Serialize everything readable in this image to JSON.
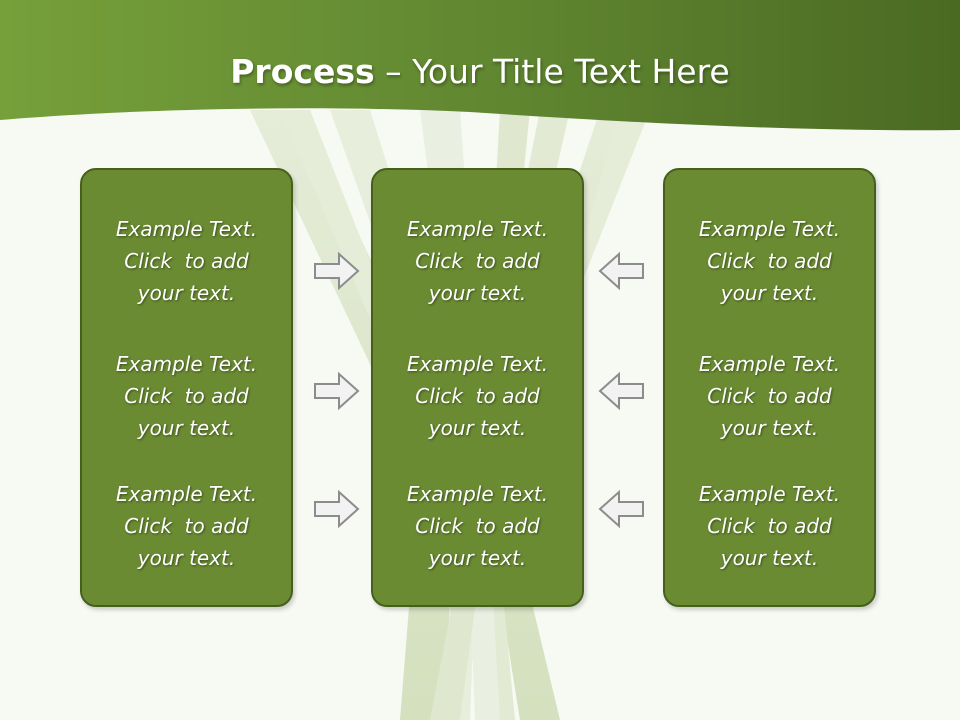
{
  "slide": {
    "title_bold": "Process",
    "title_rest": " – Your Title Text Here"
  },
  "columns": [
    {
      "items": [
        {
          "lines": [
            "Example Text.",
            "Click  to add",
            "your text."
          ]
        },
        {
          "lines": [
            "Example Text.",
            "Click  to add",
            "your text."
          ]
        },
        {
          "lines": [
            "Example Text.",
            "Click  to add",
            "your text."
          ]
        }
      ]
    },
    {
      "items": [
        {
          "lines": [
            "Example Text.",
            "Click  to add",
            "your text."
          ]
        },
        {
          "lines": [
            "Example Text.",
            "Click  to add",
            "your text."
          ]
        },
        {
          "lines": [
            "Example Text.",
            "Click  to add",
            "your text."
          ]
        }
      ]
    },
    {
      "items": [
        {
          "lines": [
            "Example Text.",
            "Click  to add",
            "your text."
          ]
        },
        {
          "lines": [
            "Example Text.",
            "Click  to add",
            "your text."
          ]
        },
        {
          "lines": [
            "Example Text.",
            "Click  to add",
            "your text."
          ]
        }
      ]
    }
  ],
  "arrows": {
    "left_group": [
      "arrow-right-icon",
      "arrow-right-icon",
      "arrow-right-icon"
    ],
    "right_group": [
      "arrow-left-icon",
      "arrow-left-icon",
      "arrow-left-icon"
    ]
  },
  "colors": {
    "header_green": "#5b7d2a",
    "box_fill": "#6a8b32",
    "box_border": "#46601c",
    "arrow_fill": "#f2f2f2",
    "arrow_stroke": "#8c8c8c"
  }
}
